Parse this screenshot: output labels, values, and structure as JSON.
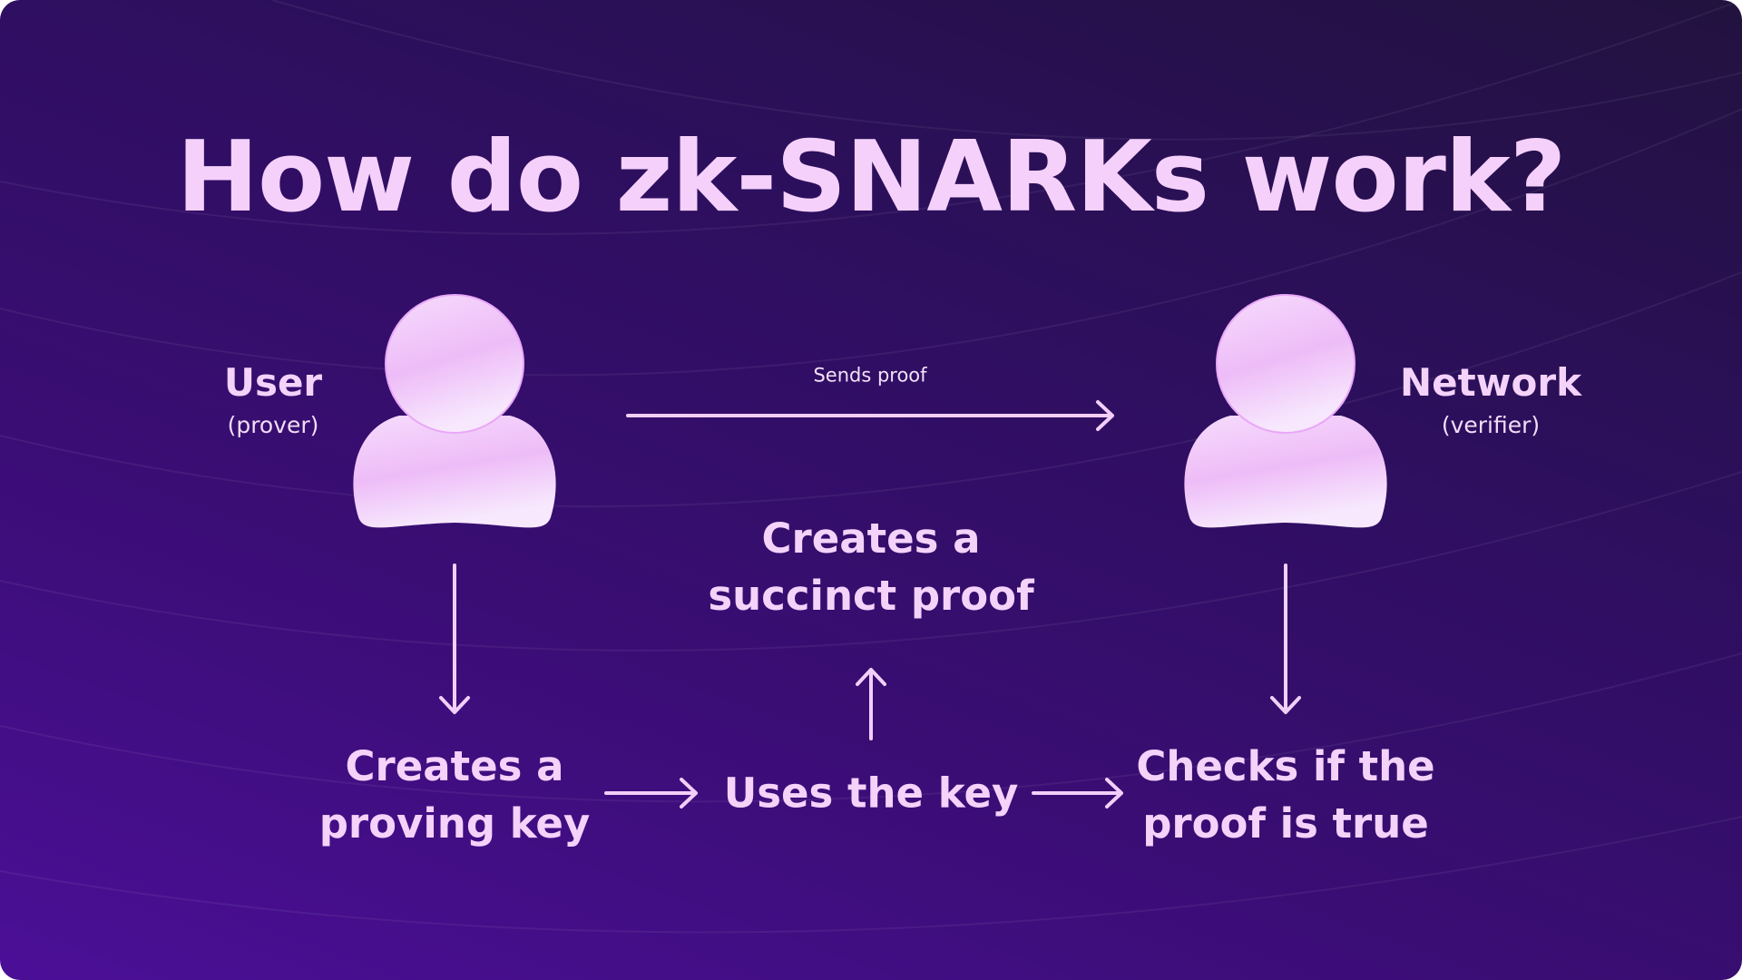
{
  "title": "How do zk-SNARKs work?",
  "user": {
    "name": "User",
    "role": "(prover)"
  },
  "network": {
    "name": "Network",
    "role": "(verifier)"
  },
  "arrow_label": "Sends proof",
  "steps": {
    "proof": [
      "Creates a",
      "succinct proof"
    ],
    "proving_key": [
      "Creates a",
      "proving key"
    ],
    "uses_key": "Uses the key",
    "checks": [
      "Checks if the",
      "proof is true"
    ]
  },
  "colors": {
    "text": "#f4d2fa",
    "bg_light": "#4b0f97",
    "bg_dark": "#22123f",
    "icon": "#f0c4fa"
  }
}
